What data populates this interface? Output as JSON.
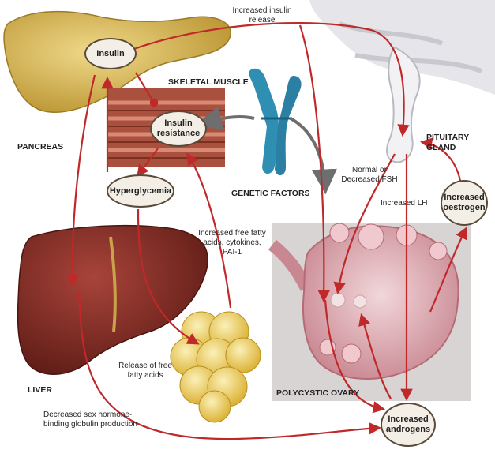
{
  "organs": {
    "pancreas": "PANCREAS",
    "skeletal_muscle": "SKELETAL MUSCLE",
    "genetic_factors": "GENETIC FACTORS",
    "pituitary_gland": "PITUITARY GLAND",
    "liver": "LIVER",
    "polycystic_ovary": "POLYCYSTIC OVARY"
  },
  "nodes": {
    "insulin": "Insulin",
    "insulin_resistance": "Insulin resistance",
    "hyperglycemia": "Hyperglycemia",
    "increased_oestrogen": "Increased oestrogen",
    "increased_androgens": "Increased androgens"
  },
  "annotations": {
    "increased_insulin_release": "Increased insulin release",
    "normal_or_decreased_fsh": "Normal or Decreased FSH",
    "increased_lh": "Increased LH",
    "increased_ffa_cytokines": "Increased free fatty acids, cytokines, PAI-1",
    "release_of_ffa": "Release of free fatty acids",
    "decreased_shbg": "Decreased sex hormone-binding globulin production"
  },
  "colors": {
    "arrow": "#c0282a",
    "grey_arrow": "#6e6e6e",
    "pancreas": "#d6b452",
    "muscle": "#a24a3c",
    "liver": "#7e2a1f",
    "fat": "#e8c84a",
    "ovary": "#d9a0a8",
    "chromosome": "#2f8fb3",
    "brain": "#dcdce0"
  }
}
